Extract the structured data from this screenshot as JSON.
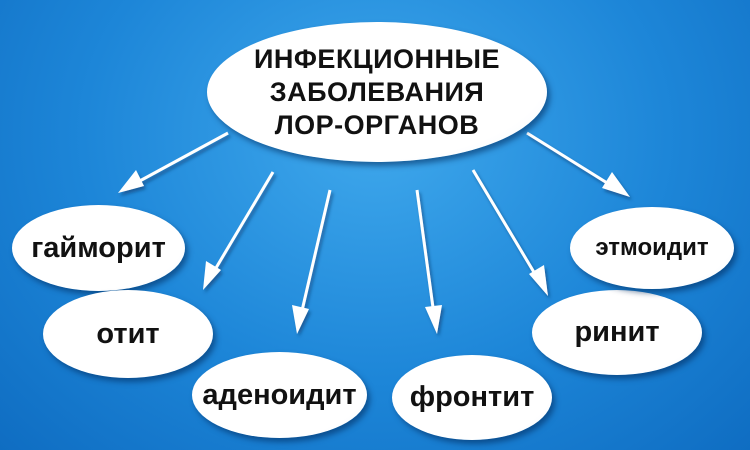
{
  "colors": {
    "background": "#1d86d8",
    "node_fill": "#ffffff",
    "arrow": "#ffffff",
    "text": "#111111"
  },
  "diagram": {
    "root": {
      "line1": "ИНФЕКЦИОННЫЕ",
      "line2": "ЗАБОЛЕВАНИЯ",
      "line3": "ЛОР-ОРГАНОВ"
    },
    "children": [
      {
        "id": "gaimorit",
        "label": "гайморит"
      },
      {
        "id": "otit",
        "label": "отит"
      },
      {
        "id": "adenoidit",
        "label": "аденоидит"
      },
      {
        "id": "frontit",
        "label": "фронтит"
      },
      {
        "id": "rinit",
        "label": "ринит"
      },
      {
        "id": "etmoidit",
        "label": "этмоидит"
      }
    ],
    "edges": [
      {
        "from": "root",
        "to": "gaimorit"
      },
      {
        "from": "root",
        "to": "otit"
      },
      {
        "from": "root",
        "to": "adenoidit"
      },
      {
        "from": "root",
        "to": "frontit"
      },
      {
        "from": "root",
        "to": "rinit"
      },
      {
        "from": "root",
        "to": "etmoidit"
      }
    ]
  }
}
